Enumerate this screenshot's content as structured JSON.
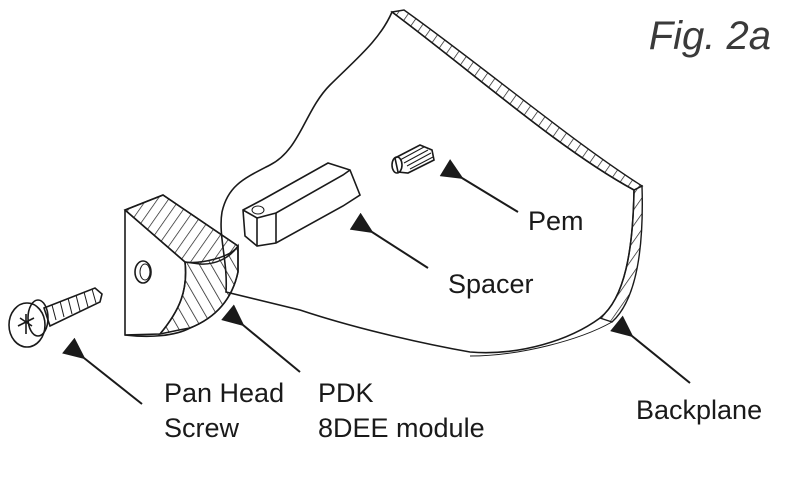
{
  "figure": {
    "label": "Fig. 2a"
  },
  "labels": {
    "pem": "Pem",
    "spacer": "Spacer",
    "pan_head_screw_line1": "Pan Head",
    "pan_head_screw_line2": "Screw",
    "pdk_line1": "PDK",
    "pdk_line2": "8DEE module",
    "backplane": "Backplane"
  },
  "colors": {
    "ink": "#1a1a1a",
    "paper": "#ffffff",
    "figure_label": "#3a3a3a"
  }
}
